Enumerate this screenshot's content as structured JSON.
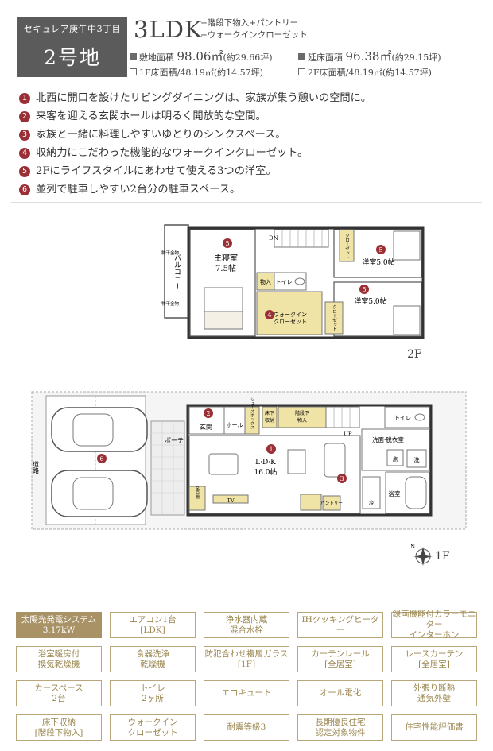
{
  "header": {
    "lot_subtitle": "セキュレア庚午中3丁目",
    "lot_name": "2号地",
    "layout_type": "3LDK",
    "extras": [
      "+階段下物入+パントリー",
      "+ウォークインクローゼット"
    ],
    "site_area_label": "敷地面積",
    "site_area_value": "98.06㎡",
    "site_area_tsubo": "(約29.66坪)",
    "floor_area_label": "延床面積",
    "floor_area_value": "96.38㎡",
    "floor_area_tsubo": "(約29.15坪)",
    "f1_area": "1F床面積/48.19㎡(約14.57坪)",
    "f2_area": "2F床面積/48.19㎡(約14.57坪)"
  },
  "features": [
    {
      "num": "1",
      "text": "北西に開口を設けたリビングダイニングは、家族が集う憩いの空間に。"
    },
    {
      "num": "2",
      "text": "来客を迎える玄関ホールは明るく開放的な空間。"
    },
    {
      "num": "3",
      "text": "家族と一緒に料理しやすいゆとりのシンクスペース。"
    },
    {
      "num": "4",
      "text": "収納力にこだわった機能的なウォークインクローゼット。"
    },
    {
      "num": "5",
      "text": "2Fにライフスタイルにあわせて使える3つの洋室。"
    },
    {
      "num": "6",
      "text": "並列で駐車しやすい2台分の駐車スペース。"
    }
  ],
  "plan2f": {
    "floor": "2F",
    "master": "主寝室",
    "master_size": "7.5帖",
    "room_a": "洋室5.0帖",
    "room_b": "洋室5.0帖",
    "balcony": "バルコニー",
    "drying1": "物干金物",
    "drying2": "物干金物",
    "dn": "DN",
    "closet": "物入",
    "toilet": "トイレ",
    "wic1": "ウォークイン",
    "wic2": "クローゼット",
    "cl1": "クローゼット",
    "cl2": "クローゼット",
    "n4": "4",
    "n5a": "5",
    "n5b": "5",
    "n5c": "5"
  },
  "plan1f": {
    "floor": "1F",
    "road": "道路",
    "porch": "ポーチ",
    "entrance": "玄関",
    "hall": "ホール",
    "shoebox": "シューズボックス",
    "underfloor1": "床下",
    "underfloor2": "収納",
    "stair_storage1": "階段下",
    "stair_storage2": "物入",
    "up": "UP",
    "ldk": "L·D·K",
    "ldk_size": "16.0帖",
    "toilet": "トイレ",
    "washroom": "洗面·脱衣室",
    "bath": "浴室",
    "pantry": "パントリー",
    "cabinet": "吊戸棚",
    "point": "点",
    "wash": "洗",
    "tv": "TV",
    "fridge": "冷",
    "n1": "1",
    "n2": "2",
    "n3": "3",
    "n6": "6"
  },
  "specs": [
    {
      "label": "太陽光発電システム\n3.17kW",
      "active": true
    },
    {
      "label": "エアコン1台\n[LDK]",
      "active": false
    },
    {
      "label": "浄水器内蔵\n混合水栓",
      "active": false
    },
    {
      "label": "IHクッキングヒーター",
      "active": false
    },
    {
      "label": "録画機能付カラーモニター\nインターホン",
      "active": false
    },
    {
      "label": "浴室暖房付\n換気乾燥機",
      "active": false
    },
    {
      "label": "食器洗浄\n乾燥機",
      "active": false
    },
    {
      "label": "防犯合わせ複層ガラス\n[1F]",
      "active": false
    },
    {
      "label": "カーテンレール\n[全居室]",
      "active": false
    },
    {
      "label": "レースカーテン\n[全居室]",
      "active": false
    },
    {
      "label": "カースペース\n2台",
      "active": false
    },
    {
      "label": "トイレ\n2ヶ所",
      "active": false
    },
    {
      "label": "エコキュート",
      "active": false
    },
    {
      "label": "オール電化",
      "active": false
    },
    {
      "label": "外張り断熱\n通気外壁",
      "active": false
    },
    {
      "label": "床下収納\n[階段下物入]",
      "active": false
    },
    {
      "label": "ウォークイン\nクローゼット",
      "active": false
    },
    {
      "label": "耐震等級3",
      "active": false
    },
    {
      "label": "長期優良住宅\n認定対象物件",
      "active": false
    },
    {
      "label": "住宅性能評価書",
      "active": false
    }
  ],
  "colors": {
    "accent": "#9a2f36",
    "gold": "#a89266",
    "wood": "#efe3a6",
    "gray": "#5b5b5b"
  }
}
